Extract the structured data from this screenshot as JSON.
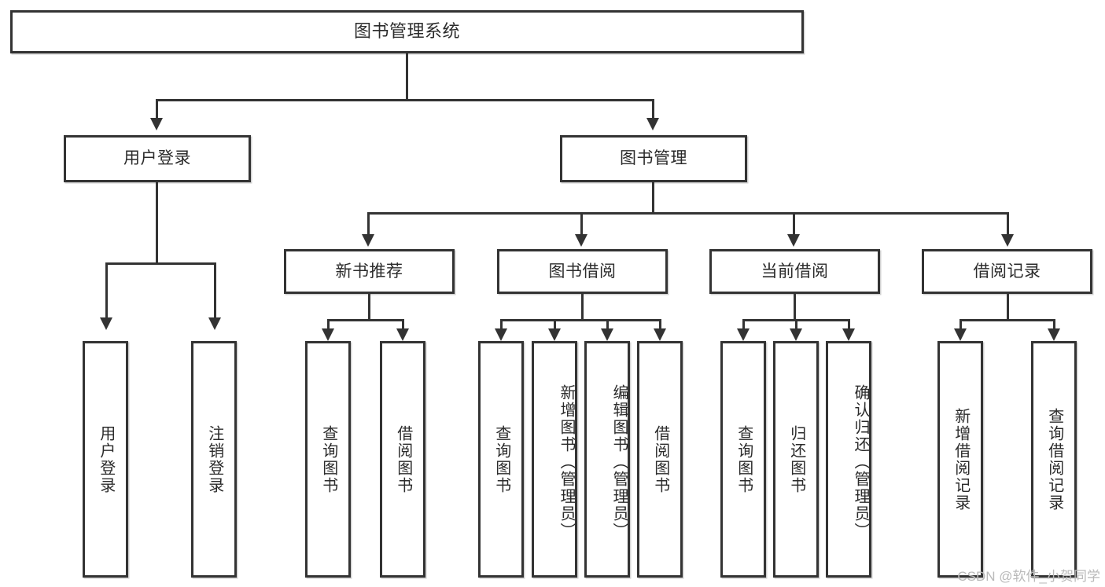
{
  "diagram": {
    "title": "图书管理系统",
    "type": "hierarchy-tree",
    "root": {
      "id": "root",
      "label": "图书管理系统"
    },
    "level2": [
      {
        "id": "user-login",
        "label": "用户登录"
      },
      {
        "id": "book-manage",
        "label": "图书管理"
      }
    ],
    "level3": [
      {
        "id": "new-book-rec",
        "label": "新书推荐"
      },
      {
        "id": "book-borrow",
        "label": "图书借阅"
      },
      {
        "id": "current-borrow",
        "label": "当前借阅"
      },
      {
        "id": "borrow-record",
        "label": "借阅记录"
      }
    ],
    "leaves": {
      "user_login": [
        {
          "id": "leaf-user-login",
          "label": "用户登录"
        },
        {
          "id": "leaf-logout-login",
          "label": "注销登录"
        }
      ],
      "new_book_rec": [
        {
          "id": "leaf-query-book-1",
          "label": "查询图书"
        },
        {
          "id": "leaf-borrow-book-1",
          "label": "借阅图书"
        }
      ],
      "book_borrow": [
        {
          "id": "leaf-query-book-2",
          "label": "查询图书"
        },
        {
          "id": "leaf-add-book",
          "label": "新增图书（管理员）"
        },
        {
          "id": "leaf-edit-book",
          "label": "编辑图书（管理员）"
        },
        {
          "id": "leaf-borrow-book-2",
          "label": "借阅图书"
        }
      ],
      "current_borrow": [
        {
          "id": "leaf-query-book-3",
          "label": "查询图书"
        },
        {
          "id": "leaf-return-book",
          "label": "归还图书"
        },
        {
          "id": "leaf-confirm-return",
          "label": "确认归还（管理员）"
        }
      ],
      "borrow_record": [
        {
          "id": "leaf-add-record",
          "label": "新增借阅记录"
        },
        {
          "id": "leaf-query-record",
          "label": "查询借阅记录"
        }
      ]
    },
    "colors": {
      "border": "#333333",
      "text": "#2b2b2b",
      "background": "#ffffff",
      "watermark": "#b9b9b9"
    }
  },
  "watermark": {
    "text": "CSDN @软件_小贺同学"
  }
}
